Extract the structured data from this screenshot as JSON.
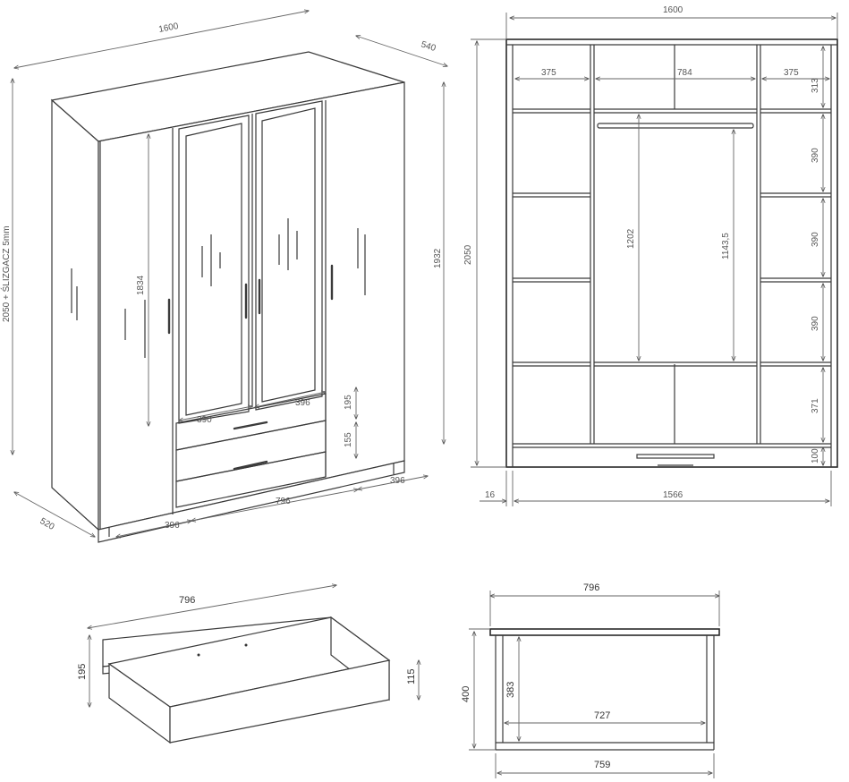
{
  "colors": {
    "line": "#3a3a3a",
    "dimension": "#666666",
    "background": "#ffffff"
  },
  "wardrobe_iso": {
    "width": "1600",
    "depth_top": "540",
    "depth_left": "520",
    "height_left": "2050 + ŚLIZGACZ 5mm",
    "height_right": "1932",
    "door_inner_height": "1834",
    "drawer_width_a": "390",
    "drawer_width_b": "396",
    "drawer_height_a": "195",
    "drawer_height_b": "155",
    "bottom_left": "396",
    "bottom_middle": "796",
    "bottom_right": "396"
  },
  "wardrobe_front": {
    "width_top": "1600",
    "height": "2050",
    "col_left": "375",
    "col_middle": "784",
    "col_right": "375",
    "shelf_1": "313",
    "shelf_2": "390",
    "shelf_3": "390",
    "shelf_4": "390",
    "shelf_5": "371",
    "plinth": "100",
    "hang_left": "1202",
    "hang_right": "1143,5",
    "base_offset": "16",
    "base_width": "1566"
  },
  "drawer_iso": {
    "width": "796",
    "height_outer": "195",
    "height_inner": "115"
  },
  "drawer_section": {
    "width_top": "796",
    "height_outer": "400",
    "height_inner": "383",
    "inner_width": "727",
    "bottom_width": "759"
  }
}
